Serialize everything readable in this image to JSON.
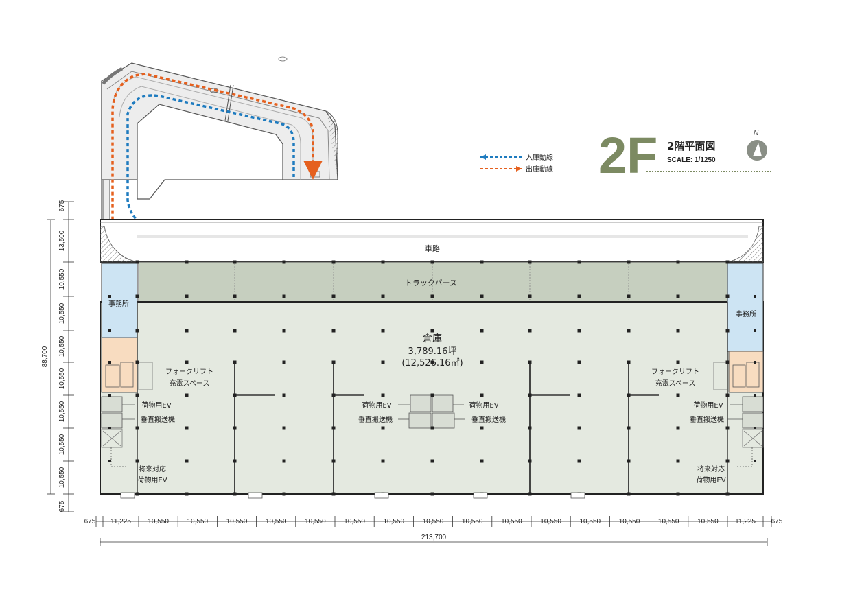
{
  "title": {
    "floor": "2F",
    "plan_name": "2階平面図",
    "scale": "SCALE: 1/1250",
    "north": "N"
  },
  "legend": {
    "inbound": "入庫動線",
    "outbound": "出庫動線"
  },
  "colors": {
    "accent": "#7c8a62",
    "inbound": "#1e7bbf",
    "outbound": "#e5601e",
    "warehouse": "#e4e9e0",
    "truck_berth": "#c6cfbf",
    "office": "#cde4f3",
    "utility": "#f8dcc0"
  },
  "labels": {
    "road": "車路",
    "truck_berth": "トラックバース",
    "warehouse_name": "倉庫",
    "warehouse_tsubo": "3,789.16坪",
    "warehouse_m2": "(12,526.16㎡)",
    "office_left": "事務所",
    "office_right": "事務所",
    "forklift_left_1": "フォークリフト",
    "forklift_left_2": "充電スペース",
    "forklift_right_1": "フォークリフト",
    "forklift_right_2": "充電スペース",
    "freight_ev_left": "荷物用EV",
    "freight_ev_center_left": "荷物用EV",
    "freight_ev_center_right": "荷物用EV",
    "freight_ev_right": "荷物用EV",
    "conveyor_left": "垂直搬送機",
    "conveyor_center_left": "垂直搬送機",
    "conveyor_center_right": "垂直搬送機",
    "conveyor_right": "垂直搬送機",
    "future_left_1": "将来対応",
    "future_left_2": "荷物用EV",
    "future_right_1": "将来対応",
    "future_right_2": "荷物用EV"
  },
  "dimensions": {
    "horizontal": [
      "675",
      "11,225",
      "10,550",
      "10,550",
      "10,550",
      "10,550",
      "10,550",
      "10,550",
      "10,550",
      "10,550",
      "10,550",
      "10,550",
      "10,550",
      "10,550",
      "10,550",
      "10,550",
      "10,550",
      "11,225",
      "675"
    ],
    "total_width": "213,700",
    "vertical": [
      "675",
      "13,500",
      "10,550",
      "10,550",
      "10,550",
      "10,550",
      "10,550",
      "10,550",
      "10,550",
      "675"
    ],
    "total_height": "88,700"
  }
}
